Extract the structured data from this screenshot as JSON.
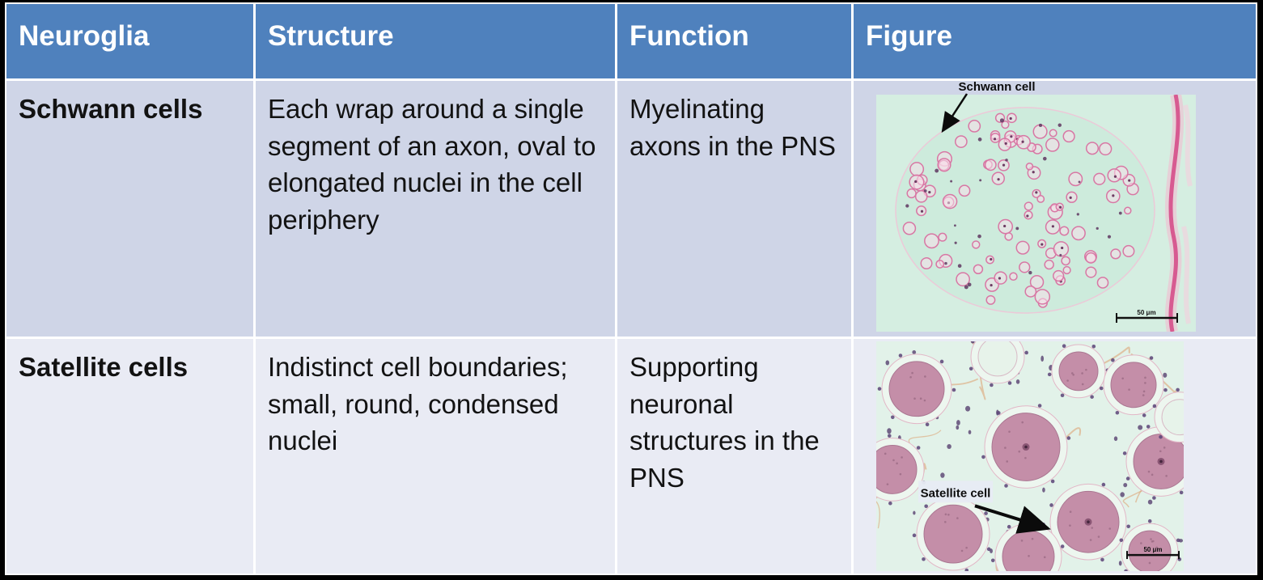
{
  "table": {
    "headers": [
      "Neuroglia",
      "Structure",
      "Function",
      "Figure"
    ],
    "rows": [
      {
        "neuroglia": "Schwann cells",
        "structure": "Each wrap around a single segment of an axon, oval to elongated nuclei in the cell periphery",
        "function": "Myelinating axons in the PNS",
        "figure": {
          "annotation": "Schwann cell",
          "scale_bar": "50 μm"
        }
      },
      {
        "neuroglia": "Satellite cells",
        "structure": "Indistinct cell boundaries; small, round, condensed nuclei",
        "function": "Supporting neuronal structures in the PNS",
        "figure": {
          "annotation": "Satellite cell",
          "scale_bar": "50 μm"
        }
      }
    ]
  },
  "colors": {
    "header_bg": "#4F81BD",
    "header_text": "#FFFFFF",
    "row_band_1": "#CFD5E7",
    "row_band_2": "#E9EBF4",
    "frame": "#000000",
    "micrograph_bg_schwann": "#D5EEE1",
    "micrograph_bg_satellite": "#E2F2E9",
    "stain_pink": "#D877A4",
    "stain_magenta": "#D34585",
    "stain_mauve": "#C48EA8",
    "nuclei_purple": "#5B4377"
  }
}
